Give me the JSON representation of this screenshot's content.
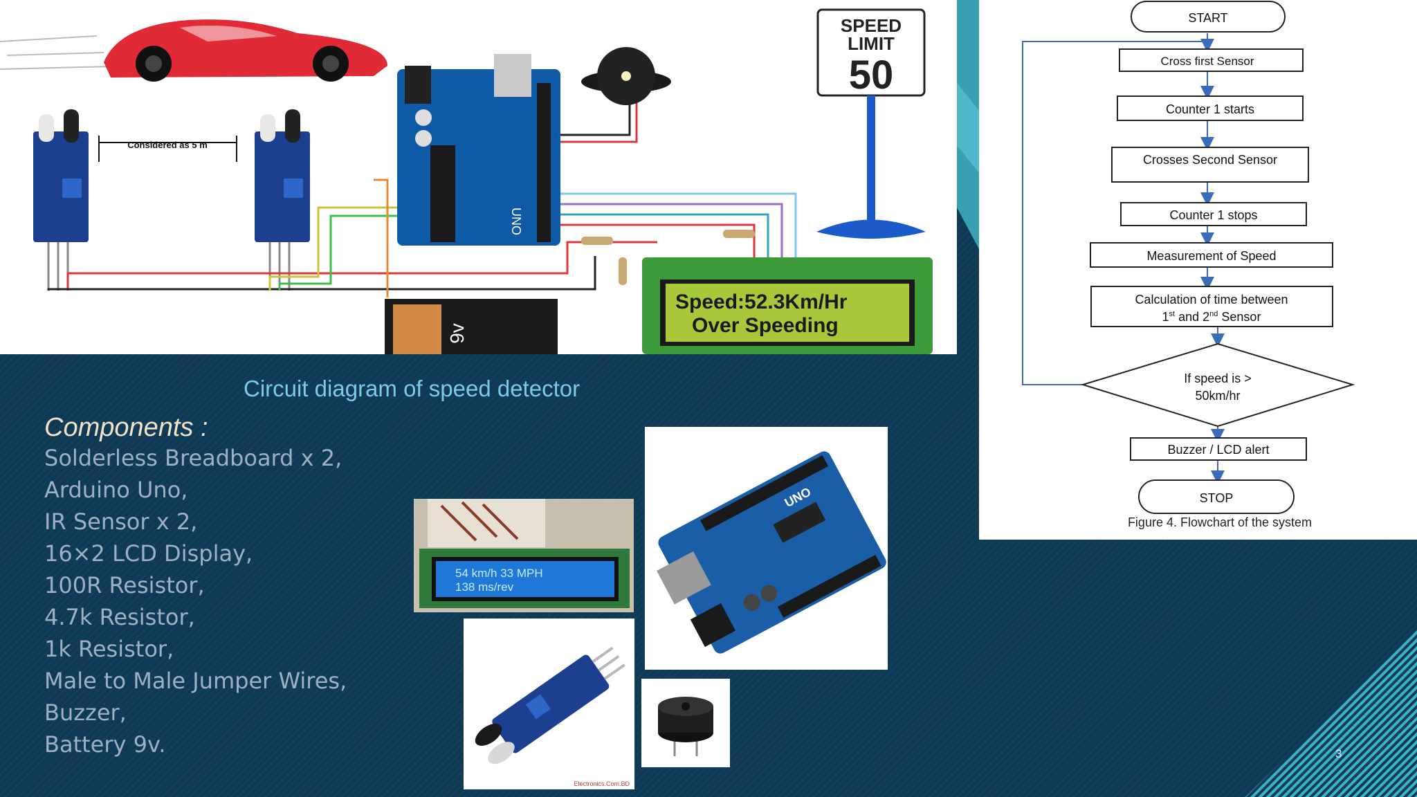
{
  "circuit": {
    "distance_label": "Considered as 5 m",
    "sign": {
      "line1": "SPEED",
      "line2": "LIMIT",
      "value": "50"
    },
    "battery_label": "9v",
    "lcd": {
      "line1": "Speed:52.3Km/Hr",
      "line2": "Over Speeding"
    },
    "board_label": "UNO"
  },
  "caption": "Circuit diagram of speed detector",
  "components": {
    "title": "Components :",
    "items": [
      "Solderless Breadboard x 2,",
      "Arduino Uno,",
      "IR Sensor x 2,",
      "16×2 LCD Display,",
      "100R Resistor,",
      "4.7k Resistor,",
      "1k Resistor,",
      "Male to Male Jumper Wires,",
      "Buzzer,",
      "Battery 9v."
    ]
  },
  "photos": {
    "lcd_line1": "54 km/h 33 MPH",
    "lcd_line2": "138 ms/rev",
    "board_label": "UNO",
    "ir_watermark": "Electronics.Com.BD"
  },
  "flowchart": {
    "start": "START",
    "steps": [
      "Cross first Sensor",
      "Counter 1 starts",
      "Crosses Second Sensor",
      "Counter 1 stops",
      "Measurement of Speed"
    ],
    "calc_line1": "Calculation of time between",
    "calc_line2": {
      "a": "1",
      "a_sup": "st",
      "mid": " and 2",
      "b_sup": "nd",
      "end": " Sensor"
    },
    "decision_line1": "If speed is >",
    "decision_line2": "50km/hr",
    "alert": "Buzzer / LCD alert",
    "stop": "STOP",
    "figure_caption": "Figure 4. Flowchart of the system"
  },
  "page_number": "3",
  "colors": {
    "background": "#0f3a56",
    "caption": "#7cc9e8",
    "title": "#f3e3c8",
    "list": "#9fb0c4",
    "accent_teal": "#39b6c9"
  }
}
